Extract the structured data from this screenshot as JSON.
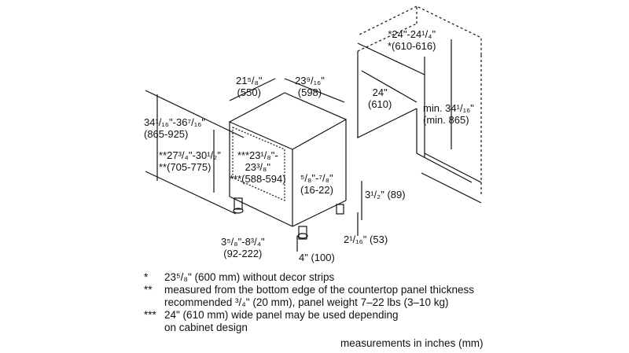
{
  "dims": {
    "cab_width": "*24\"-24¹/₄\"",
    "cab_width_mm": "*(610-616)",
    "cab_depth": "24\"",
    "cab_depth_mm": "(610)",
    "cab_height": "min. 34¹/₁₆\"",
    "cab_height_mm": "(min. 865)",
    "depth_top": "21⁵/₈\"",
    "depth_top_mm": "(550)",
    "width_top": "23⁹/₁₆\"",
    "width_top_mm": "(598)",
    "height_total": "34¹/₁₆\"-36⁷/₁₆\"",
    "height_total_mm": "(865-925)",
    "panel_height": "**27³/₄\"-30¹/₂\"",
    "panel_height_mm": "**(705-775)",
    "panel_width_a": "***23¹/₈\"-",
    "panel_width_b": "23³/₈\"",
    "panel_width_mm": "***(588-594)",
    "toe_gap": "⁵/₈\"-⁷/₈\"",
    "toe_gap_mm": "(16-22)",
    "toe_height": "3¹/₂\" (89)",
    "foot_offset": "2¹/₁₆\" (53)",
    "leg_range": "3⁵/₈\"-8³/₄\"",
    "leg_range_mm": "(92-222)",
    "foot_depth": "4\" (100)"
  },
  "notes": [
    {
      "mark": "*",
      "text": "23⁵/₈\" (600 mm) without decor strips"
    },
    {
      "mark": "**",
      "text": "measured from the bottom edge of the countertop panel thickness"
    },
    {
      "mark": "",
      "text": "recommended ³/₄\" (20 mm), panel weight 7–22 lbs (3–10 kg)"
    },
    {
      "mark": "***",
      "text": "24\" (610 mm) wide panel may be used depending"
    },
    {
      "mark": "",
      "text": "on cabinet design"
    }
  ],
  "measurement_units": "measurements in inches (mm)"
}
